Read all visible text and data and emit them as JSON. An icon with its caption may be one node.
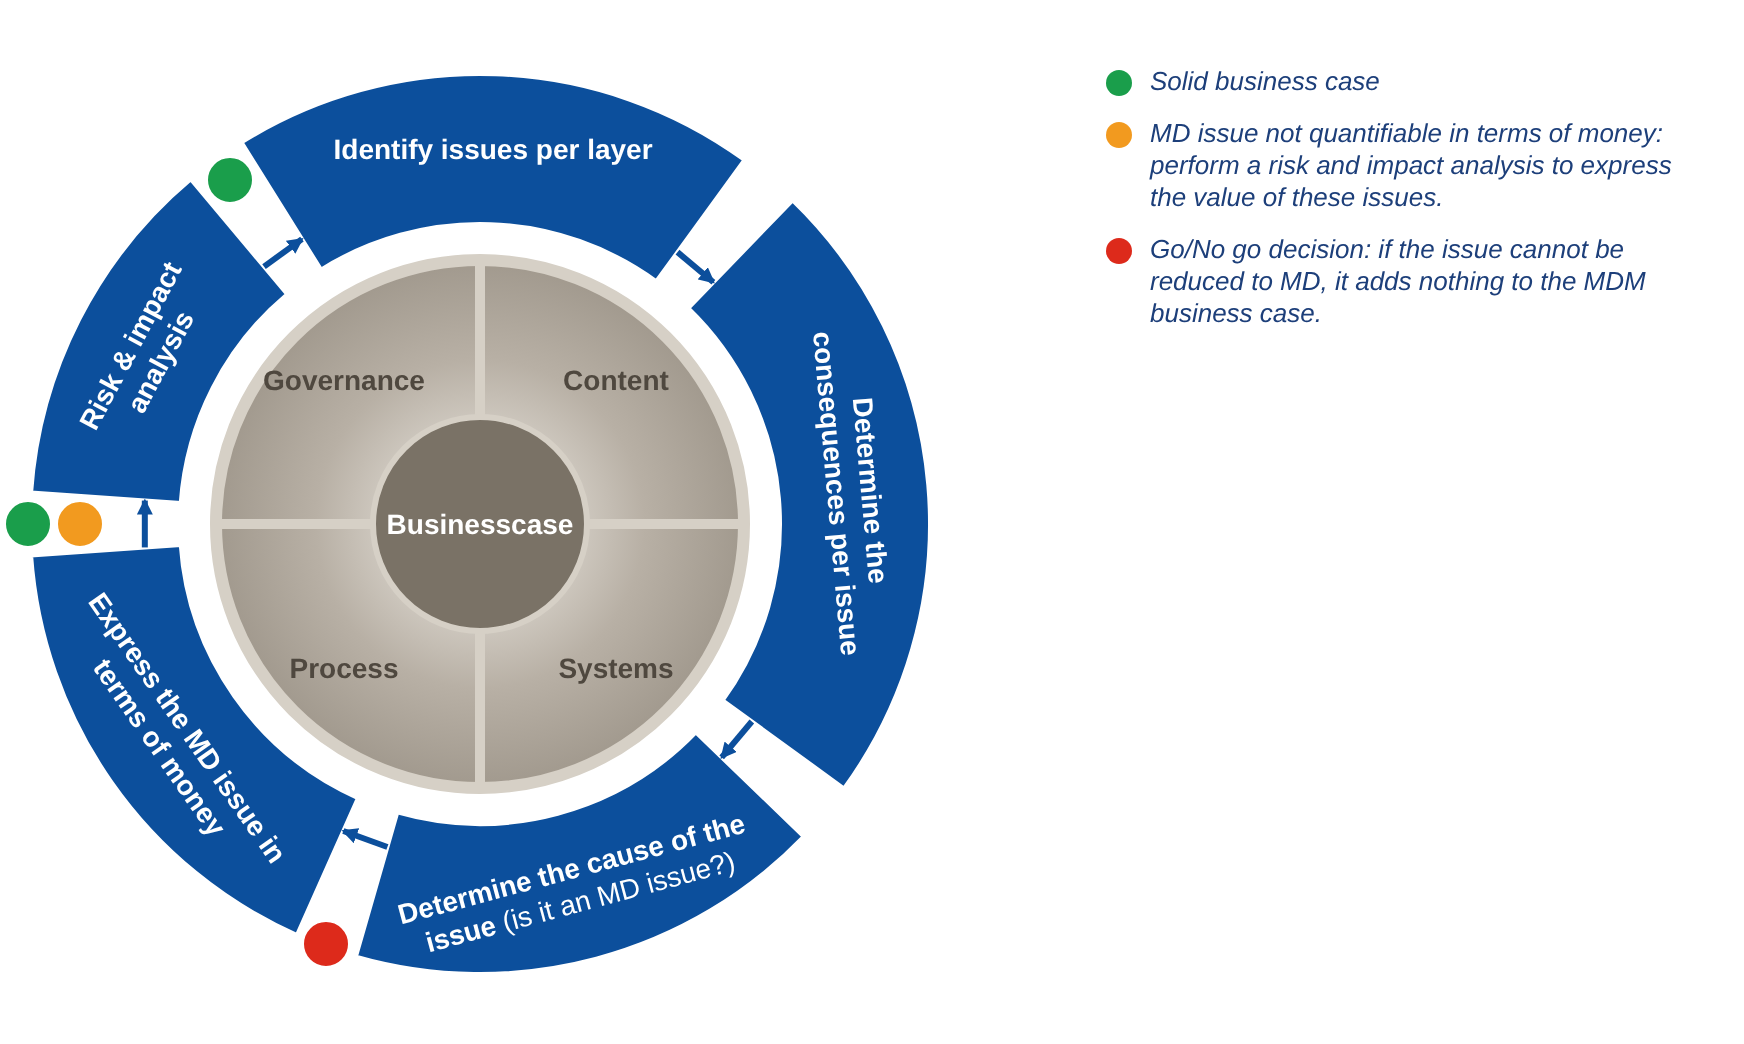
{
  "diagram": {
    "nodes": [
      {
        "text": [
          "Identify issues per layer"
        ]
      },
      {
        "text": [
          "Determine the consequences per issue"
        ]
      },
      {
        "text": [
          "**Determine the cause of the issue** (is it an MD issue?)"
        ]
      },
      {
        "text": [
          "Express the MD issue in terms of money"
        ]
      },
      {
        "text": [
          "Risk & impact analysis"
        ]
      },
      {
        "text": [],
        "shape": "circle"
      },
      {
        "text": [
          "Governance"
        ],
        "in": 5
      },
      {
        "text": [
          "Content"
        ],
        "in": 5
      },
      {
        "text": [
          "Businesscase"
        ],
        "in": 5
      },
      {
        "text": [
          "Process"
        ],
        "in": 5
      },
      {
        "text": [
          "Systems"
        ],
        "in": 5
      },
      {
        "text": [],
        "shape": "circle"
      },
      {
        "text": [],
        "shape": "circle"
      },
      {
        "text": [],
        "shape": "circle"
      },
      {
        "text": [],
        "shape": "circle"
      }
    ],
    "edges": [
      {
        "from": 0,
        "to": 1,
        "arrow": "to"
      },
      {
        "from": 1,
        "to": 2,
        "arrow": "to"
      },
      {
        "from": 2,
        "to": 3,
        "arrow": "to"
      },
      {
        "from": 3,
        "to": 4,
        "arrow": "to"
      },
      {
        "from": 4,
        "to": 0,
        "arrow": "to"
      }
    ],
    "legend": [
      {
        "text": "Solid business case",
        "color": "#1a9e4b"
      },
      {
        "text": "MD issue not quantifiable in terms of money: perform a risk and impact analysis to express the value of these issues.",
        "color": "#f29a1f"
      },
      {
        "text": "Go/No go decision: if the issue cannot be reduced to MD, it adds nothing to the MDM business case.",
        "color": "#dd2a1b"
      }
    ]
  }
}
